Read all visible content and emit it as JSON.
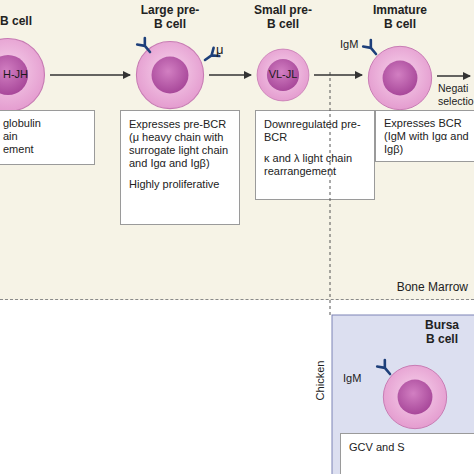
{
  "diagram": {
    "nodes": [
      {
        "text": [
          "Bone Marrow"
        ]
      },
      {
        "text": [
          "B cell",
          "H-JH"
        ],
        "in": 0
      },
      {
        "text": [
          "globulin ain ement"
        ],
        "in": 0
      },
      {
        "text": [
          "Large pre-B cell"
        ],
        "in": 0
      },
      {
        "text": [
          "Expresses pre-BCR (μ heavy chain with surrogate light chain and Igα and Igβ)",
          "Highly proliferative"
        ],
        "in": 0
      },
      {
        "text": [
          "Small pre-B cell",
          "VL-JL"
        ],
        "in": 0
      },
      {
        "text": [
          "Downregulated pre-BCR",
          "κ and λ light chain rearrangement"
        ],
        "in": 0
      },
      {
        "text": [
          "Immature B cell"
        ],
        "in": 0
      },
      {
        "text": [
          "Expresses BCR (IgM with Igα and Igβ)"
        ],
        "in": 0
      },
      {
        "text": [
          "Bursa B cell"
        ]
      },
      {
        "text": [
          "GCV and S"
        ]
      }
    ],
    "edges": [
      {
        "from": 1,
        "to": 3,
        "arrow": "to"
      },
      {
        "from": 3,
        "to": 5,
        "arrow": "to"
      },
      {
        "from": 5,
        "to": 7,
        "arrow": "to"
      }
    ],
    "labels": [
      "μ",
      "IgM",
      "Negati selectio",
      "IgM",
      "Chicken"
    ]
  }
}
